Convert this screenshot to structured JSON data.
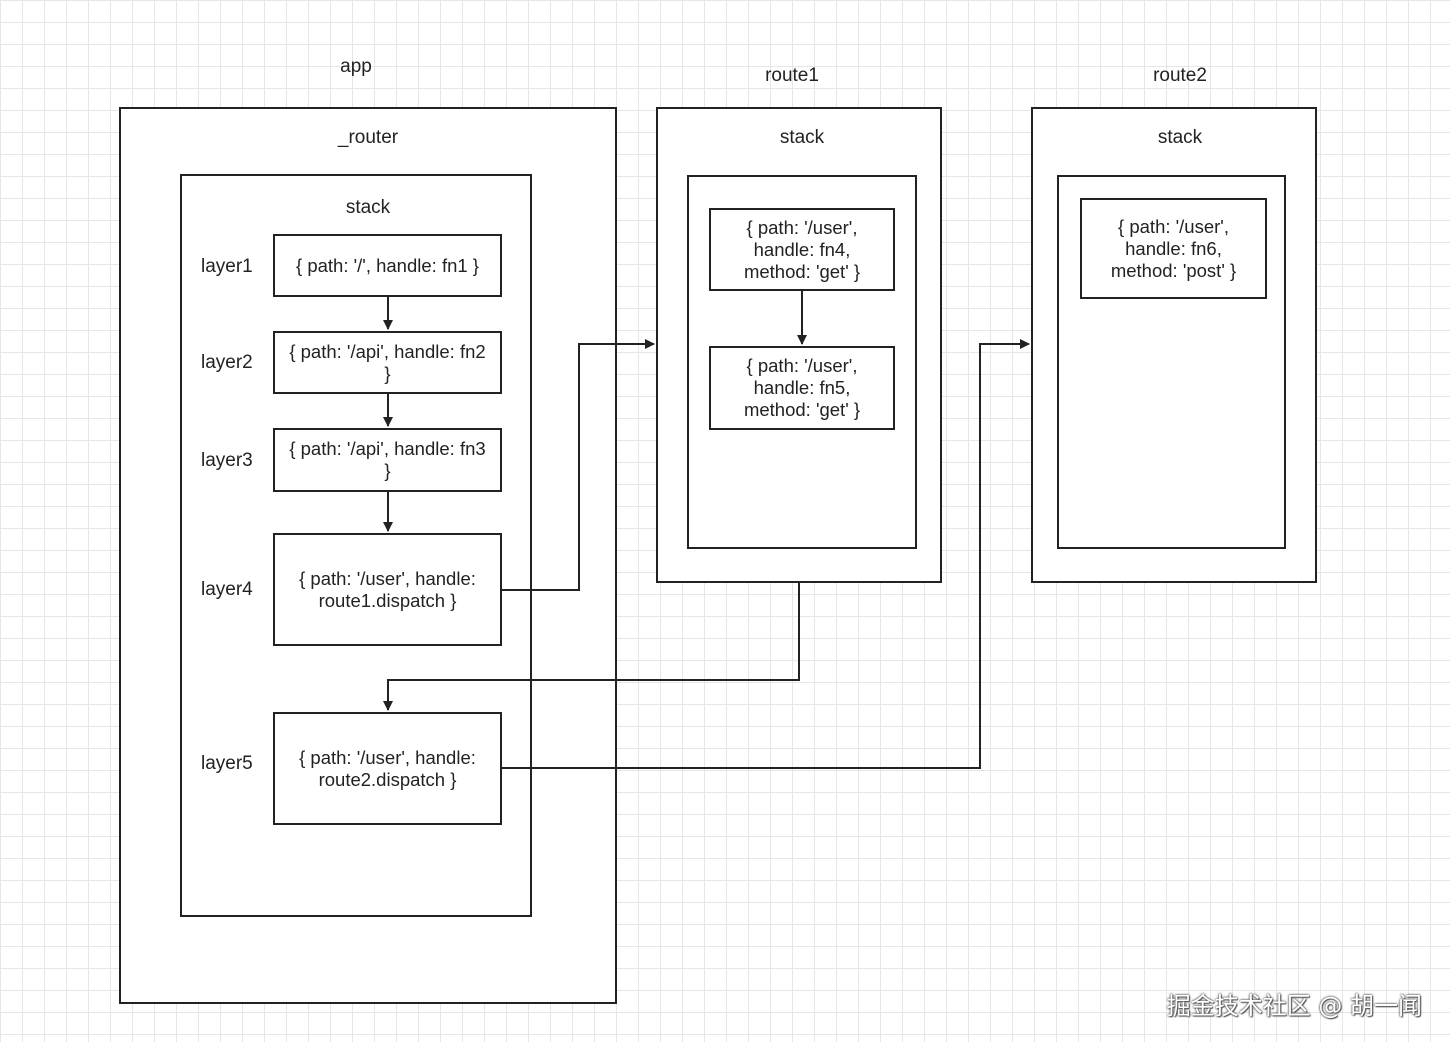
{
  "app": {
    "title": "app",
    "router": {
      "title": "_router",
      "stack": {
        "title": "stack",
        "layers": [
          {
            "label": "layer1",
            "text": "{ path: '/', handle: fn1 }"
          },
          {
            "label": "layer2",
            "text": "{ path: '/api', handle: fn2 }"
          },
          {
            "label": "layer3",
            "text": "{ path: '/api', handle: fn3 }"
          },
          {
            "label": "layer4",
            "text": "{ path: '/user', handle: route1.dispatch }"
          },
          {
            "label": "layer5",
            "text": "{ path: '/user', handle: route2.dispatch }"
          }
        ]
      }
    }
  },
  "route1": {
    "title": "route1",
    "stack": {
      "title": "stack",
      "items": [
        {
          "text": "{ path: '/user', handle: fn4, method: 'get' }"
        },
        {
          "text": "{ path: '/user', handle: fn5, method: 'get' }"
        }
      ]
    }
  },
  "route2": {
    "title": "route2",
    "stack": {
      "title": "stack",
      "items": [
        {
          "text": "{ path: '/user', handle: fn6, method: 'post' }"
        }
      ]
    }
  },
  "watermark": "掘金技术社区 @ 胡一闻",
  "colors": {
    "line": "#222222",
    "grid": "#e6e6e6"
  }
}
